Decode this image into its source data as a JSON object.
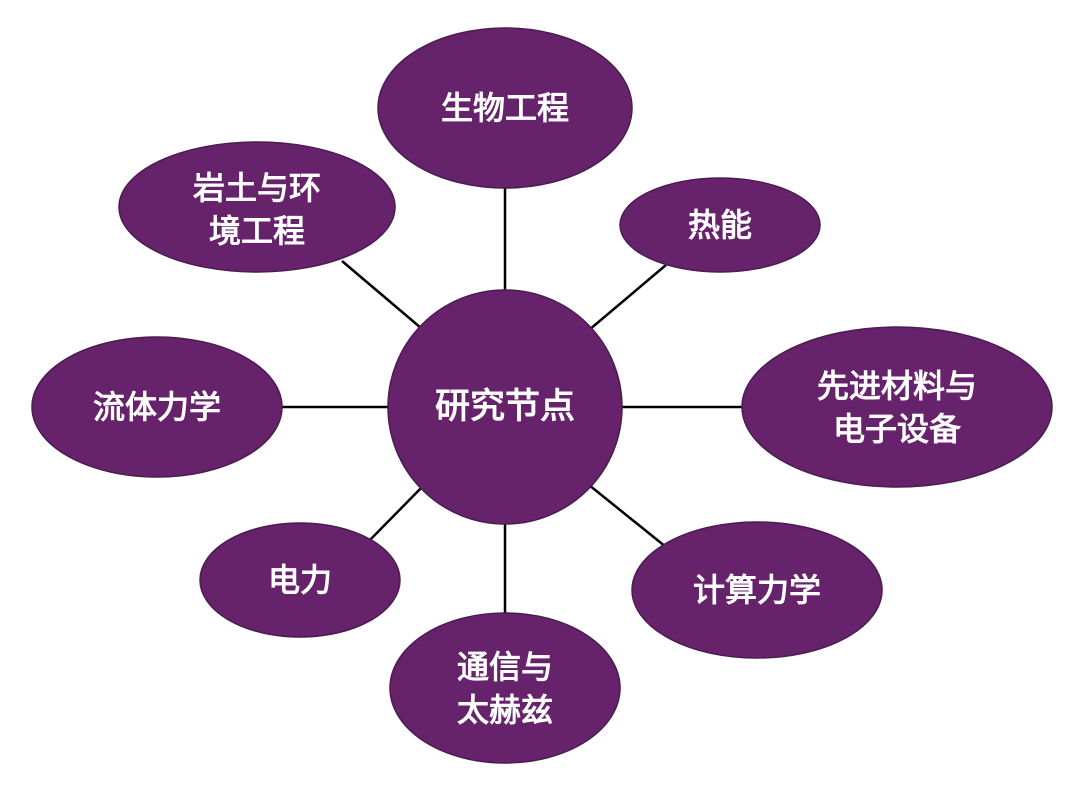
{
  "colors": {
    "node_fill": "#66226a",
    "node_stroke": "#4a1c50",
    "text": "#ffffff",
    "connector": "#000000",
    "background": "#ffffff"
  },
  "center": {
    "label": "研究节点"
  },
  "nodes": {
    "bioengineering": {
      "lines": [
        "生物工程"
      ]
    },
    "geotechnical_environmental": {
      "lines": [
        "岩土与环",
        "境工程"
      ]
    },
    "thermal_energy": {
      "lines": [
        "热能"
      ]
    },
    "fluid_mechanics": {
      "lines": [
        "流体力学"
      ]
    },
    "advanced_materials_electronics": {
      "lines": [
        "先进材料与",
        "电子设备"
      ]
    },
    "electric_power": {
      "lines": [
        "电力"
      ]
    },
    "communication_terahertz": {
      "lines": [
        "通信与",
        "太赫兹"
      ]
    },
    "computational_mechanics": {
      "lines": [
        "计算力学"
      ]
    }
  }
}
